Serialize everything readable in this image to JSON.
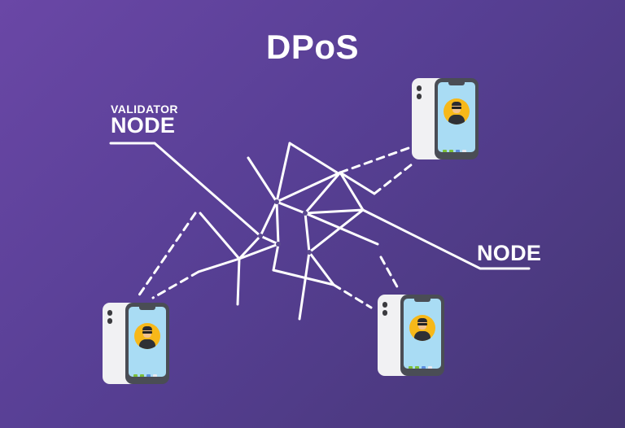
{
  "title": "DPoS",
  "labels": {
    "validator_top": "VALIDATOR",
    "validator_main": "NODE",
    "node": "NODE"
  },
  "colors": {
    "background_start": "#6a47a6",
    "background_end": "#453674",
    "lines": "#ffffff",
    "phone_screen": "#a9dcf4",
    "avatar": "#f7b819"
  },
  "icons": {
    "phone": "smartphone-icon",
    "user": "user-avatar-icon"
  }
}
